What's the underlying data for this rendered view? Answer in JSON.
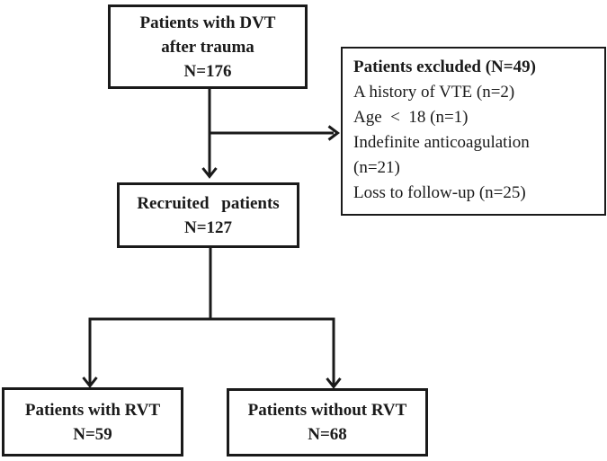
{
  "diagram": {
    "boxes": {
      "top": {
        "line1": "Patients with DVT",
        "line2": "after trauma",
        "line3": "N=176"
      },
      "excluded": {
        "title": "Patients excluded (N=49)",
        "lines": [
          "A history of VTE (n=2)",
          "Age  <  18 (n=1)",
          "Indefinite anticoagulation",
          "(n=21)",
          "Loss to follow-up (n=25)"
        ]
      },
      "recruited": {
        "line1": "Recruited patients",
        "line2": "N=127"
      },
      "with_rvt": {
        "line1": "Patients with RVT",
        "line2": "N=59"
      },
      "without_rvt": {
        "line1": "Patients without RVT",
        "line2": "N=68"
      }
    },
    "colors": {
      "line": "#1a1a1a",
      "background": "#ffffff",
      "text": "#1a1a1a"
    }
  }
}
